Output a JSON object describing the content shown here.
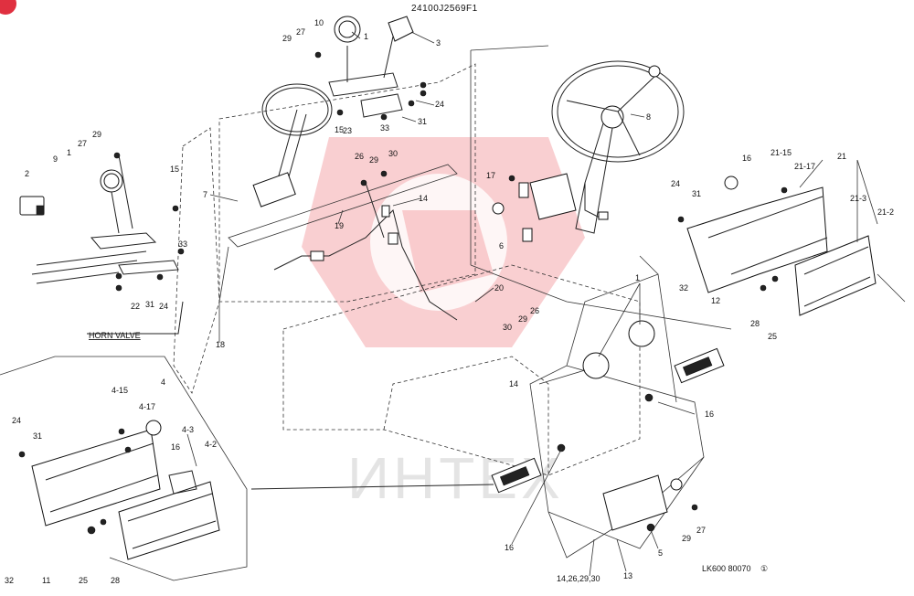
{
  "header": {
    "drawing_code": "24100J2569F1"
  },
  "footer": {
    "page_ref": "LK600 80070",
    "page_marker": "①"
  },
  "watermark": {
    "brand": "ИНТЕХ",
    "color": "#f4a8ac"
  },
  "corner_badge": {
    "color": "#e03040"
  },
  "callouts": [
    {
      "id": "c1",
      "text": "1"
    },
    {
      "id": "c2",
      "text": "2"
    },
    {
      "id": "c3",
      "text": "3"
    },
    {
      "id": "c4",
      "text": "4"
    },
    {
      "id": "c5",
      "text": "5"
    },
    {
      "id": "c6",
      "text": "6"
    },
    {
      "id": "c7",
      "text": "7"
    },
    {
      "id": "c8",
      "text": "8"
    },
    {
      "id": "c9",
      "text": "9"
    },
    {
      "id": "c10",
      "text": "10"
    },
    {
      "id": "c11",
      "text": "11"
    },
    {
      "id": "c12",
      "text": "12"
    },
    {
      "id": "c13",
      "text": "13"
    },
    {
      "id": "c14",
      "text": "14"
    },
    {
      "id": "c15",
      "text": "15"
    },
    {
      "id": "c16",
      "text": "16"
    },
    {
      "id": "c17",
      "text": "17"
    },
    {
      "id": "c18",
      "text": "18"
    },
    {
      "id": "c19",
      "text": "19"
    },
    {
      "id": "c20",
      "text": "20"
    },
    {
      "id": "c21",
      "text": "21"
    },
    {
      "id": "c22",
      "text": "22"
    },
    {
      "id": "c23",
      "text": "23"
    },
    {
      "id": "c24",
      "text": "24"
    },
    {
      "id": "c25",
      "text": "25"
    },
    {
      "id": "c26",
      "text": "26"
    },
    {
      "id": "c27",
      "text": "27"
    },
    {
      "id": "c28",
      "text": "28"
    },
    {
      "id": "c29",
      "text": "29"
    },
    {
      "id": "c30",
      "text": "30"
    },
    {
      "id": "c31",
      "text": "31"
    },
    {
      "id": "c32",
      "text": "32"
    },
    {
      "id": "c33",
      "text": "33"
    },
    {
      "id": "c4_2",
      "text": "4-2"
    },
    {
      "id": "c4_3",
      "text": "4-3"
    },
    {
      "id": "c4_15",
      "text": "4-15"
    },
    {
      "id": "c4_17",
      "text": "4-17"
    },
    {
      "id": "c21_2",
      "text": "21-2"
    },
    {
      "id": "c21_3",
      "text": "21-3"
    },
    {
      "id": "c21_15",
      "text": "21-15"
    },
    {
      "id": "c21_17",
      "text": "21-17"
    },
    {
      "id": "c14_multi",
      "text": "14,26,29,30"
    },
    {
      "id": "horn",
      "text": "HORN VALVE"
    }
  ]
}
